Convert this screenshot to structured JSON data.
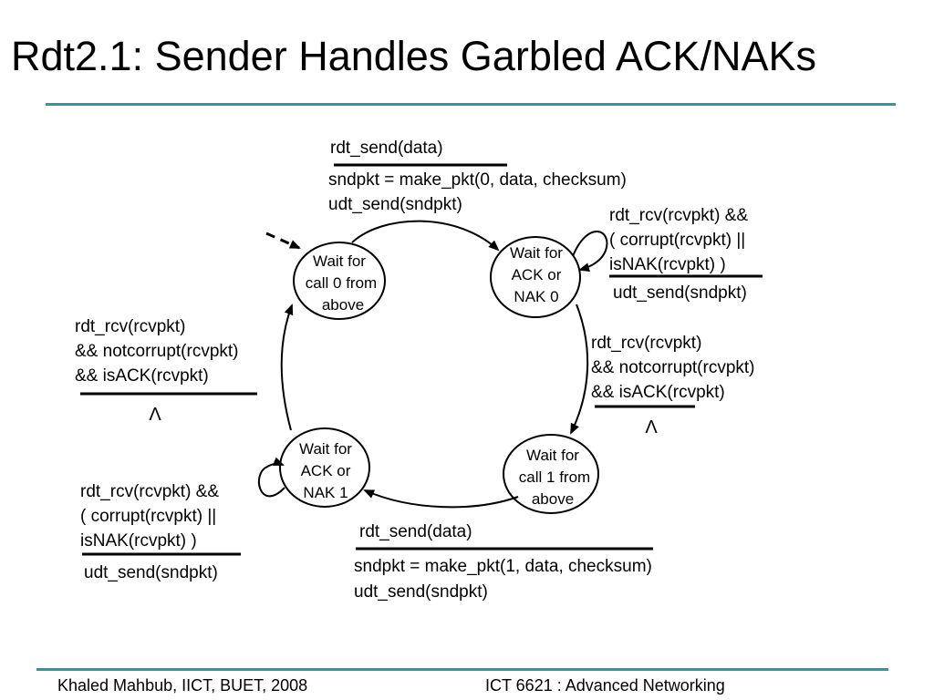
{
  "title": "Rdt2.1: Sender Handles Garbled ACK/NAKs",
  "footer": {
    "left": "Khaled Mahbub, IICT, BUET, 2008",
    "right": "ICT 6621 : Advanced Networking"
  },
  "states": {
    "call0": [
      "Wait for",
      "call 0 from",
      "above"
    ],
    "ack0": [
      "Wait for",
      "ACK or",
      "NAK 0"
    ],
    "call1": [
      "Wait for",
      "call 1 from",
      "above"
    ],
    "ack1": [
      "Wait for",
      "ACK or",
      "NAK 1"
    ]
  },
  "transitions": {
    "send0": {
      "event": "rdt_send(data)",
      "actions": [
        "sndpkt = make_pkt(0, data, checksum)",
        "udt_send(sndpkt)"
      ]
    },
    "resend0": {
      "event": [
        "rdt_rcv(rcvpkt) &&",
        "( corrupt(rcvpkt) ||",
        "isNAK(rcvpkt) )"
      ],
      "action": "udt_send(sndpkt)"
    },
    "ack0_ok": {
      "event": [
        "rdt_rcv(rcvpkt)",
        "&& notcorrupt(rcvpkt)",
        "&& isACK(rcvpkt)"
      ],
      "action": "Λ"
    },
    "send1": {
      "event": "rdt_send(data)",
      "actions": [
        "sndpkt = make_pkt(1, data, checksum)",
        "udt_send(sndpkt)"
      ]
    },
    "resend1": {
      "event": [
        "rdt_rcv(rcvpkt) &&",
        "( corrupt(rcvpkt) ||",
        "isNAK(rcvpkt) )"
      ],
      "action": "udt_send(sndpkt)"
    },
    "ack1_ok": {
      "event": [
        "rdt_rcv(rcvpkt)",
        "&& notcorrupt(rcvpkt)",
        "&& isACK(rcvpkt)"
      ],
      "action": "Λ"
    }
  }
}
